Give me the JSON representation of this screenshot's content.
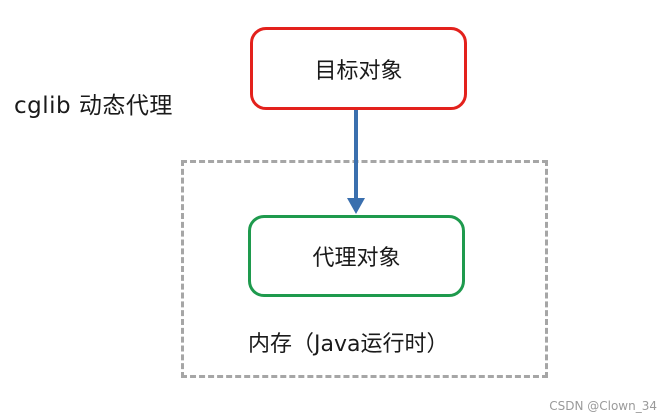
{
  "title": "cglib 动态代理",
  "nodes": {
    "target": "目标对象",
    "proxy": "代理对象"
  },
  "container": {
    "label": "内存（Java运行时）"
  },
  "watermark": "CSDN @Clown_34",
  "colors": {
    "target_border": "#e3211c",
    "proxy_border": "#1e9a4d",
    "arrow": "#3a6fae",
    "container_border": "#a6a6a6"
  }
}
